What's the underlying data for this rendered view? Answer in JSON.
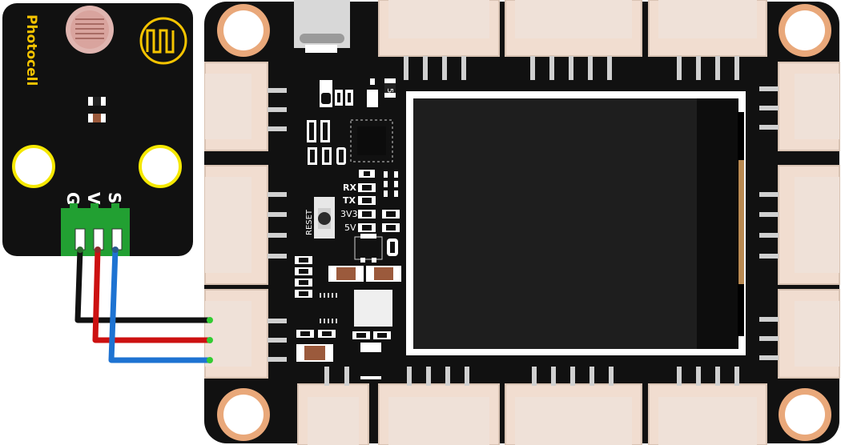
{
  "sensor_module": {
    "name": "Photocell",
    "pins": [
      "G",
      "V",
      "S"
    ]
  },
  "controller_board": {
    "leds": [
      "RX",
      "TX",
      "3V3",
      "5V"
    ],
    "reset_label": "RESET",
    "regulator_marking": "5"
  },
  "wires": [
    {
      "pin": "G",
      "color": "#111111"
    },
    {
      "pin": "V",
      "color": "#cc1111"
    },
    {
      "pin": "S",
      "color": "#1e73d2"
    }
  ],
  "colors": {
    "board": "#111111",
    "silkscreen_yellow": "#f5c400",
    "connector": "#f1ddd0",
    "header_green": "#22a032",
    "mount_pad": "#e9a87a"
  }
}
